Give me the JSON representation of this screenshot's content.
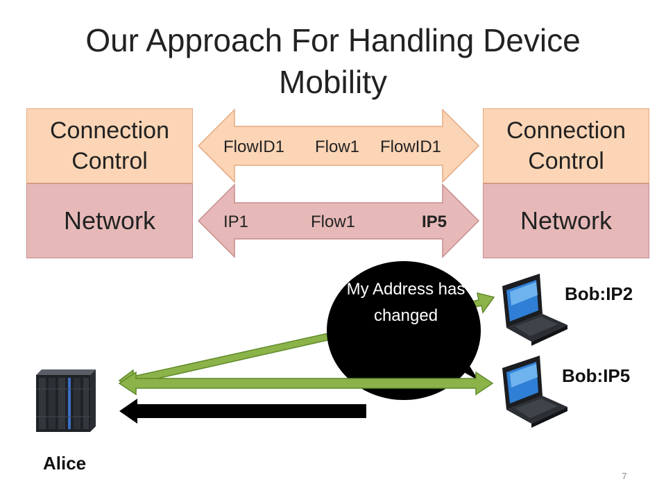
{
  "title": "Our Approach For Handling Device Mobility",
  "left_stack": {
    "connection_control": "Connection Control",
    "network": "Network"
  },
  "right_stack": {
    "connection_control": "Connection Control",
    "network": "Network"
  },
  "flow_arrow": {
    "left": "FlowID1",
    "center": "Flow1",
    "right": "FlowID1"
  },
  "ip_arrow": {
    "left": "IP1",
    "center": "Flow1",
    "right": "IP5"
  },
  "bubble": {
    "text": "My Address has changed"
  },
  "hosts": {
    "alice": "Alice",
    "bob_old": "Bob:IP2",
    "bob_new": "Bob:IP5"
  },
  "icons": {
    "server": "mainframe-server-icon",
    "laptop": "laptop-icon"
  },
  "colors": {
    "connection_control": "#fbd5b5",
    "network": "#e6b9b8",
    "green_arrow": "#8cb349",
    "bubble": "#000000"
  },
  "slide_number": "7"
}
